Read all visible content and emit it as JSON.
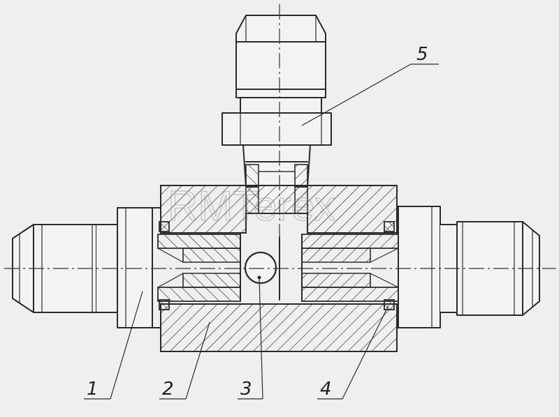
{
  "watermark": "RMTerex",
  "callouts": [
    {
      "id": "1",
      "label": "1"
    },
    {
      "id": "2",
      "label": "2"
    },
    {
      "id": "3",
      "label": "3"
    },
    {
      "id": "4",
      "label": "4"
    },
    {
      "id": "5",
      "label": "5"
    }
  ],
  "colors": {
    "ink": "#2a2a2a",
    "paper": "#efefef"
  }
}
